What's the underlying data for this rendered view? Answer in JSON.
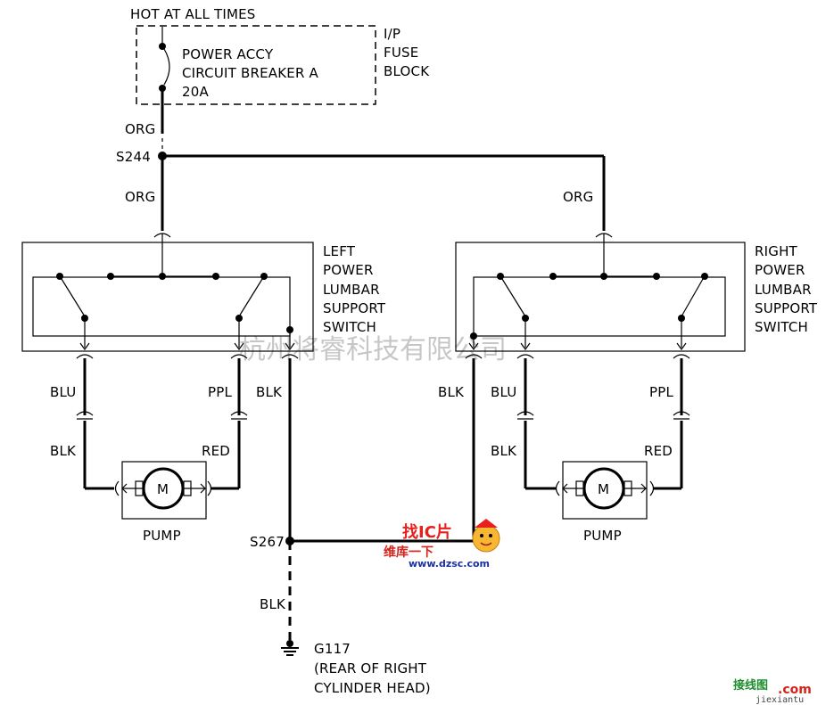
{
  "power": {
    "hot_label": "HOT AT ALL TIMES",
    "breaker_line1": "POWER ACCY",
    "breaker_line2": "CIRCUIT BREAKER A",
    "breaker_line3": "20A",
    "block_line1": "I/P",
    "block_line2": "FUSE",
    "block_line3": "BLOCK"
  },
  "feed": {
    "org_upper": "ORG",
    "splice": "S244",
    "org_lower": "ORG",
    "org_right": "ORG"
  },
  "left_switch": {
    "line1": "LEFT",
    "line2": "POWER",
    "line3": "LUMBAR",
    "line4": "SUPPORT",
    "line5": "SWITCH",
    "blu": "BLU",
    "ppl": "PPL",
    "blk": "BLK",
    "blk_lower": "BLK",
    "red": "RED",
    "motor": "M",
    "pump": "PUMP"
  },
  "right_switch": {
    "line1": "RIGHT",
    "line2": "POWER",
    "line3": "LUMBAR",
    "line4": "SUPPORT",
    "line5": "SWITCH",
    "blk": "BLK",
    "blu": "BLU",
    "ppl": "PPL",
    "blk_lower": "BLK",
    "red": "RED",
    "motor": "M",
    "pump": "PUMP"
  },
  "ground": {
    "splice": "S267",
    "wire": "BLK",
    "ground_id": "G117",
    "location_line1": "(REAR OF RIGHT",
    "location_line2": "CYLINDER HEAD)"
  },
  "watermarks": {
    "company": "杭州将睿科技有限公司",
    "logo_top": "找IC片",
    "logo_mid": "维库一下",
    "logo_url": "www.dzsc.com",
    "corner_cn": "接线图",
    "corner_com": ".com",
    "corner_en": "jiexiantu"
  }
}
